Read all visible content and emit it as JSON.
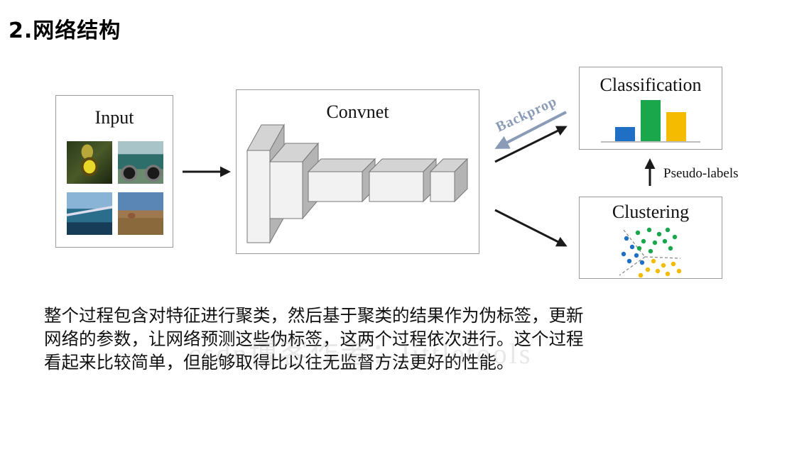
{
  "heading": "2.网络结构",
  "diagram": {
    "input_label": "Input",
    "convnet_label": "Convnet",
    "classification_label": "Classification",
    "clustering_label": "Clustering",
    "backprop_label": "Backprop",
    "pseudo_labels_label": "Pseudo-labels"
  },
  "colors": {
    "blue": "#1f6fc4",
    "green": "#1aa64a",
    "yellow": "#f5bb00",
    "arrow": "#1a1a1a",
    "backprop_arrow": "#8a9bb8",
    "layer_face": "#f2f2f2",
    "layer_top": "#d4d4d4",
    "layer_side": "#b4b4b4"
  },
  "classification_bars": [
    0.35,
    1.0,
    0.7
  ],
  "description": {
    "line1": "整个过程包含对特征进行聚类，然后基于聚类的结果作为伪标签，更新",
    "line2": "网络的参数，让网络预测这些伪标签，这两个过程依次进行。这个过程",
    "line3": "看起来比较简单，但能够取得比以往无监督方法更好的性能。"
  },
  "watermark": "csdn博客作者：littletools"
}
